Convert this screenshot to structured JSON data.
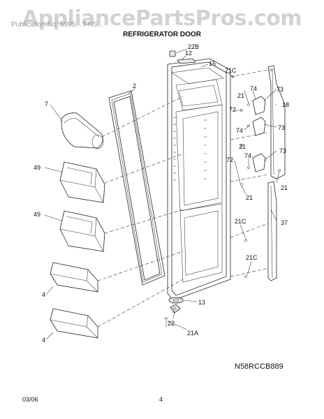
{
  "watermark": "AppliancePartsPros.com",
  "header_faint": "Publication No: 5995... FRS... ",
  "section_title": "REFRIGERATOR DOOR",
  "drawing_code": "N58RCCB889",
  "footer": {
    "date": "03/06",
    "page": "4"
  },
  "callouts": {
    "c22b": "22B",
    "c12": "12",
    "c15": "15",
    "c2": "2",
    "c7": "7",
    "c21c_top": "21C",
    "c21_a": "21",
    "c74_a": "74",
    "c73_a": "73",
    "c18": "18",
    "c72_a": "72",
    "c74_b": "74",
    "c73_b": "73",
    "c21_b": "21",
    "c74_c": "74",
    "c73_c": "73",
    "c72_b": "72",
    "c21_c": "21",
    "c21_d": "21",
    "c49_a": "49",
    "c49_b": "49",
    "c37": "37",
    "c21c_mid": "21C",
    "c21c_low": "21C",
    "c4_a": "4",
    "c4_b": "4",
    "c13": "13",
    "c22": "22",
    "c21a": "21A"
  }
}
